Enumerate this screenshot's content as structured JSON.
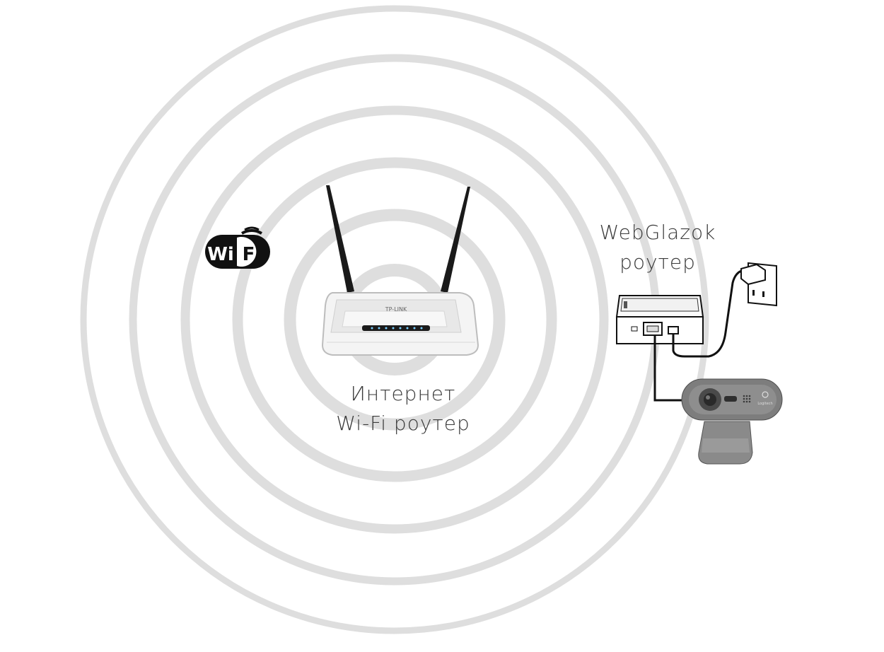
{
  "wifi_logo": {
    "text_left": "Wi",
    "text_right": "Fi"
  },
  "main_router": {
    "brand": "TP-LINK",
    "label_line1": "Интернет",
    "label_line2": "Wi-Fi роутер"
  },
  "webglazok_router": {
    "label_line1": "WebGlazok",
    "label_line2": "роутер"
  },
  "webcam": {
    "brand": "Logitech"
  },
  "colors": {
    "rings": "#dedede",
    "text": "#3a3a3a",
    "cable": "#111111",
    "webcam_body": "#7d7d7d"
  }
}
